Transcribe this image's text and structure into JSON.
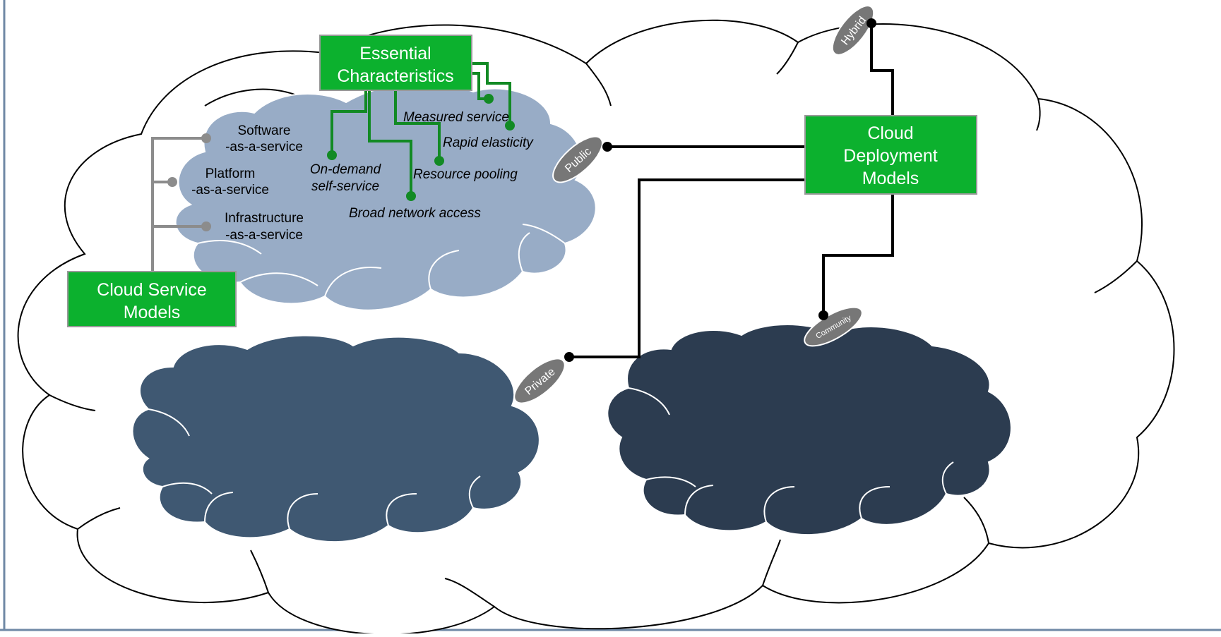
{
  "essential": {
    "title_line1": "Essential",
    "title_line2": "Characteristics",
    "items": [
      "Measured service",
      "Rapid elasticity",
      "Resource pooling",
      "On-demand",
      "self-service",
      "Broad network access"
    ]
  },
  "service": {
    "title_line1": "Cloud Service",
    "title_line2": "Models",
    "items": [
      "Software",
      "-as-a-service",
      "Platform",
      "-as-a-service",
      "Infrastructure",
      "-as-a-service"
    ]
  },
  "deployment": {
    "title_line1": "Cloud",
    "title_line2": "Deployment",
    "title_line3": "Models",
    "types": [
      "Hybrid",
      "Public",
      "Private",
      "Community"
    ]
  },
  "colors": {
    "green": "#0cb12e",
    "line_green": "#128a24",
    "line_gray": "#8c8c8c",
    "pill_gray": "#777777",
    "cloud_light": "#98acc6",
    "cloud_mid": "#3f5872",
    "cloud_dark": "#2c3c50",
    "frame": "#6f88a5"
  }
}
